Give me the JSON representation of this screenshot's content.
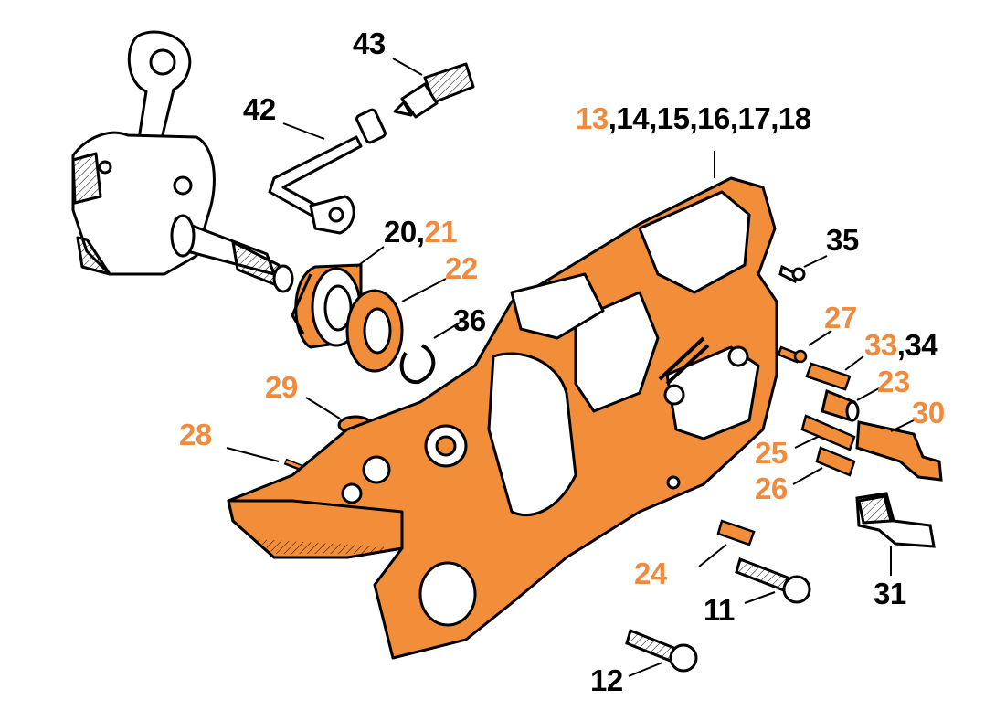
{
  "colors": {
    "accent_part": "#f28e3a",
    "accent_label": "#f08a3c",
    "ink": "#000000"
  },
  "labels": [
    {
      "id": "43",
      "parts": [
        {
          "t": "43",
          "c": "black"
        }
      ]
    },
    {
      "id": "42",
      "parts": [
        {
          "t": "42",
          "c": "black"
        }
      ]
    },
    {
      "id": "13-18",
      "parts": [
        {
          "t": "13",
          "c": "orange"
        },
        {
          "t": ",14,15,16,17,18",
          "c": "black"
        }
      ]
    },
    {
      "id": "20-21",
      "parts": [
        {
          "t": "20,",
          "c": "black"
        },
        {
          "t": "21",
          "c": "orange"
        }
      ]
    },
    {
      "id": "22",
      "parts": [
        {
          "t": "22",
          "c": "orange"
        }
      ]
    },
    {
      "id": "36",
      "parts": [
        {
          "t": "36",
          "c": "black"
        }
      ]
    },
    {
      "id": "35",
      "parts": [
        {
          "t": "35",
          "c": "black"
        }
      ]
    },
    {
      "id": "27",
      "parts": [
        {
          "t": "27",
          "c": "orange"
        }
      ]
    },
    {
      "id": "33-34",
      "parts": [
        {
          "t": "33",
          "c": "orange"
        },
        {
          "t": ",34",
          "c": "black"
        }
      ]
    },
    {
      "id": "23",
      "parts": [
        {
          "t": "23",
          "c": "orange"
        }
      ]
    },
    {
      "id": "30",
      "parts": [
        {
          "t": "30",
          "c": "orange"
        }
      ]
    },
    {
      "id": "29",
      "parts": [
        {
          "t": "29",
          "c": "orange"
        }
      ]
    },
    {
      "id": "28",
      "parts": [
        {
          "t": "28",
          "c": "orange"
        }
      ]
    },
    {
      "id": "25",
      "parts": [
        {
          "t": "25",
          "c": "orange"
        }
      ]
    },
    {
      "id": "26",
      "parts": [
        {
          "t": "26",
          "c": "orange"
        }
      ]
    },
    {
      "id": "24",
      "parts": [
        {
          "t": "24",
          "c": "orange"
        }
      ]
    },
    {
      "id": "11",
      "parts": [
        {
          "t": "11",
          "c": "black"
        }
      ]
    },
    {
      "id": "31",
      "parts": [
        {
          "t": "31",
          "c": "black"
        }
      ]
    },
    {
      "id": "12",
      "parts": [
        {
          "t": "12",
          "c": "black"
        }
      ]
    }
  ]
}
